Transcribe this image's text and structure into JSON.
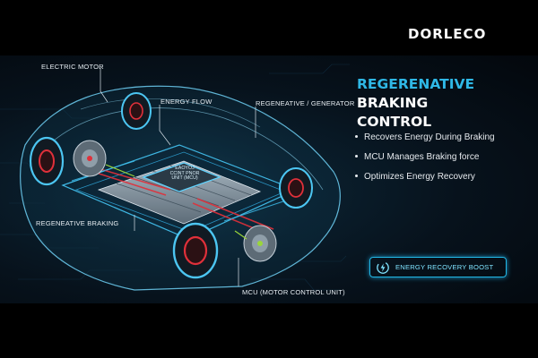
{
  "brand": {
    "logo_text": "DORLECO"
  },
  "diagram": {
    "callouts": {
      "electric_motor": "ELECTRIC MOTOR",
      "energy_flow": "ENERGY FLOW",
      "regen_generator": "REGENEATIVE / GENERATOR",
      "regen_braking": "REGENEATIVE BRAKING",
      "mcu": "MCU (MOTOR CONTROL UNIT)"
    },
    "chip_label": [
      "EAOYOJ",
      "CCINT PNOR",
      "UNIT (MCU)"
    ]
  },
  "panel": {
    "title_accent": "REGERENATIVE",
    "title_line1_rest": " BRAKING",
    "title_line2": "CONTROL",
    "bullets": [
      "Recovers Energy During Braking",
      "MCU Manages Braking force",
      "Optimizes Energy Recovery"
    ],
    "boost_label": "ENERGY RECOVERY BOOST"
  },
  "colors": {
    "accent_blue": "#2fb8e6",
    "brake_red": "#e0303a",
    "energy_green": "#9ad63a",
    "background": "#000000"
  },
  "icons": {
    "boost_icon": "power-bolt-icon"
  }
}
